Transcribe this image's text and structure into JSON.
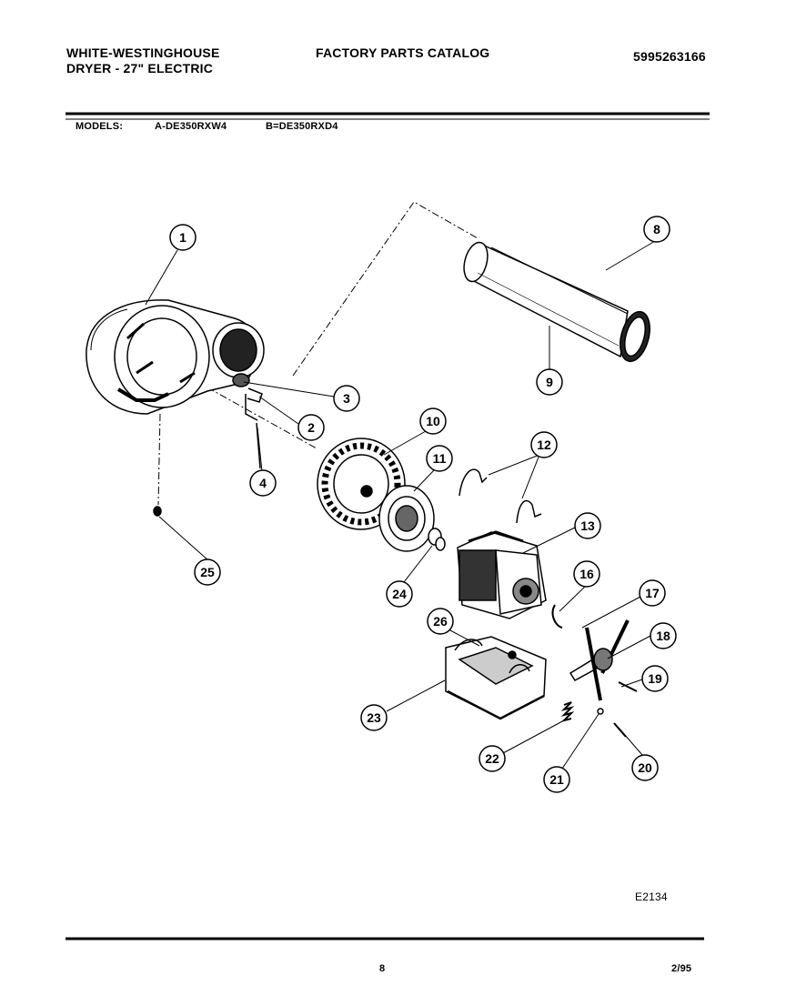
{
  "header": {
    "brand": "WHITE-WESTINGHOUSE",
    "product": "DRYER - 27\" ELECTRIC",
    "catalog_title": "FACTORY PARTS CATALOG",
    "catalog_number": "5995263166"
  },
  "models": {
    "label": "MODELS:",
    "a": "A-DE350RXW4",
    "b": "B=DE350RXD4"
  },
  "callouts": [
    "1",
    "2",
    "3",
    "4",
    "8",
    "9",
    "10",
    "11",
    "12",
    "13",
    "16",
    "17",
    "18",
    "19",
    "20",
    "21",
    "22",
    "23",
    "24",
    "25",
    "26"
  ],
  "figure_code": "E2134",
  "footer": {
    "page": "8",
    "date": "2/95"
  }
}
